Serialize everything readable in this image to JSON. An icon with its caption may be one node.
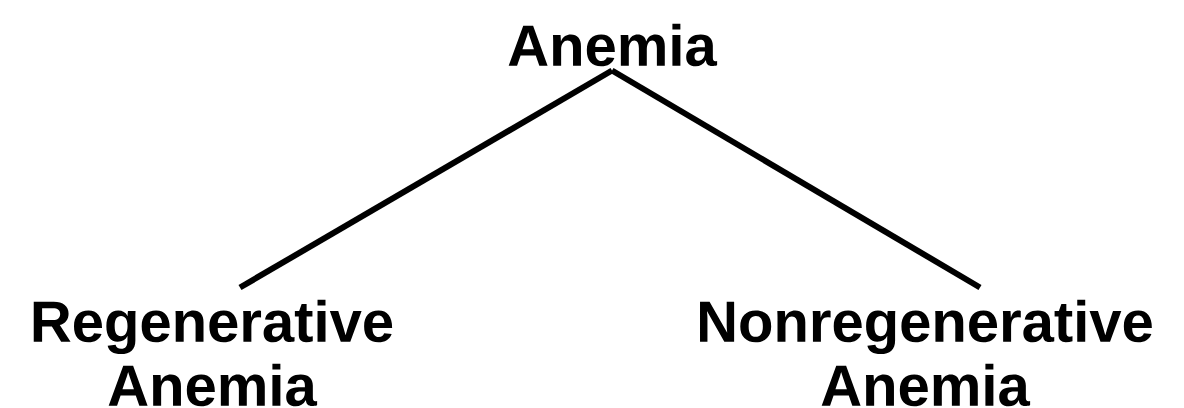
{
  "diagram": {
    "nodes": [
      {
        "text": [
          "Anemia"
        ]
      },
      {
        "text": [
          "Regenerative Anemia"
        ]
      },
      {
        "text": [
          "Nonregenerative Anemia"
        ]
      }
    ],
    "edges": [
      {
        "from": 0,
        "to": 1,
        "arrow": "none"
      },
      {
        "from": 0,
        "to": 2,
        "arrow": "none"
      }
    ]
  }
}
